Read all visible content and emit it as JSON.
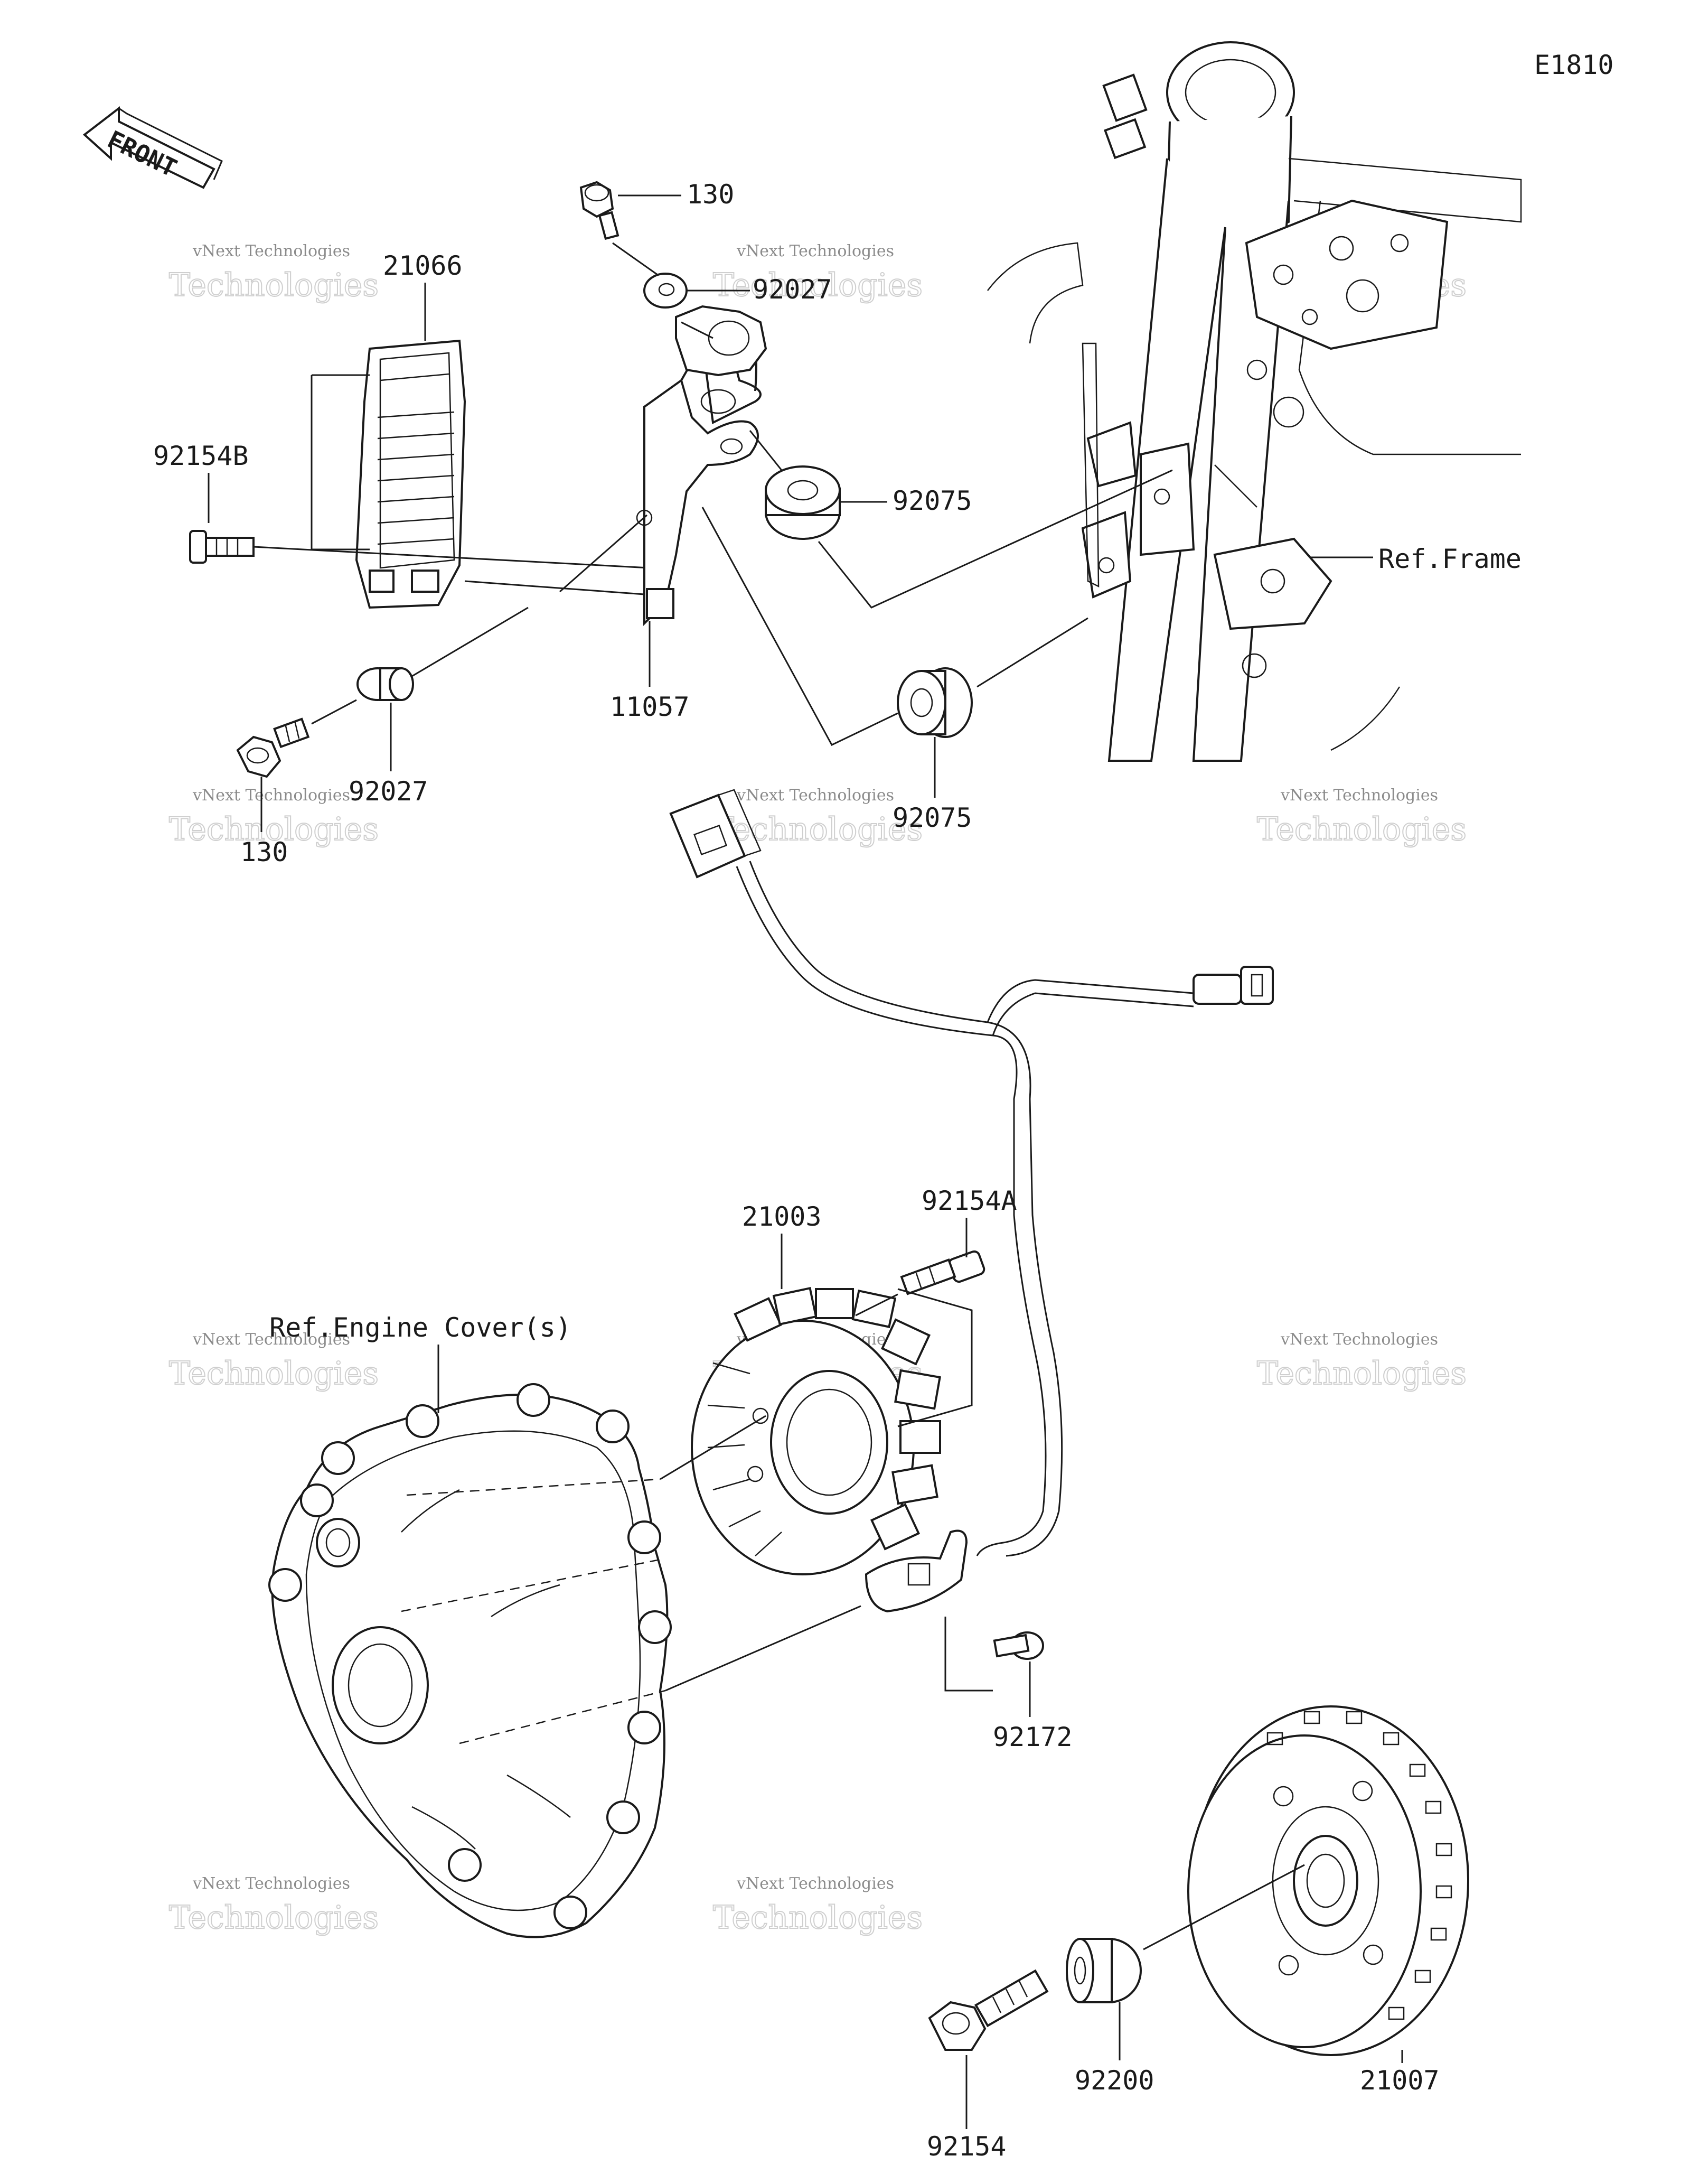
{
  "diagram_code": "E1810",
  "front_label": "FRONT",
  "refs": {
    "frame": "Ref.Frame",
    "engine_cover": "Ref.Engine Cover(s)"
  },
  "watermark": {
    "small": "vNext Technologies",
    "big": "Technologies"
  },
  "parts": {
    "p21066": "21066",
    "p92154B": "92154B",
    "p130_top": "130",
    "p92027_top": "92027",
    "p92075_top": "92075",
    "p11057": "11057",
    "p92027_bottom": "92027",
    "p130_bottom": "130",
    "p92075_bottom": "92075",
    "p21003": "21003",
    "p92154A": "92154A",
    "p92172": "92172",
    "p92200": "92200",
    "p21007": "21007",
    "p92154": "92154"
  }
}
